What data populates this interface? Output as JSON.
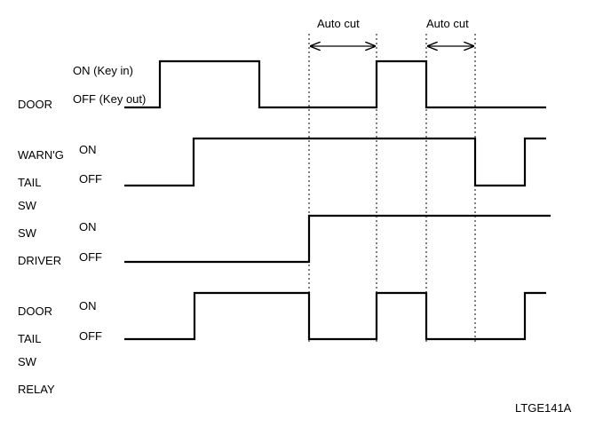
{
  "annotations": {
    "auto_cut_1": "Auto cut",
    "auto_cut_2": "Auto cut"
  },
  "figure_code": "LTGE141A",
  "signals": [
    {
      "name_lines": [
        "DOOR",
        "WARN'G",
        "SW"
      ],
      "on_label": "ON (Key in)",
      "off_label": "OFF (Key out)"
    },
    {
      "name_lines": [
        "TAIL",
        "SW"
      ],
      "on_label": "ON",
      "off_label": "OFF"
    },
    {
      "name_lines": [
        "DRIVER",
        "DOOR",
        "SW"
      ],
      "on_label": "ON",
      "off_label": "OFF"
    },
    {
      "name_lines": [
        "TAIL",
        "RELAY"
      ],
      "on_label": "ON",
      "off_label": "OFF"
    }
  ]
}
